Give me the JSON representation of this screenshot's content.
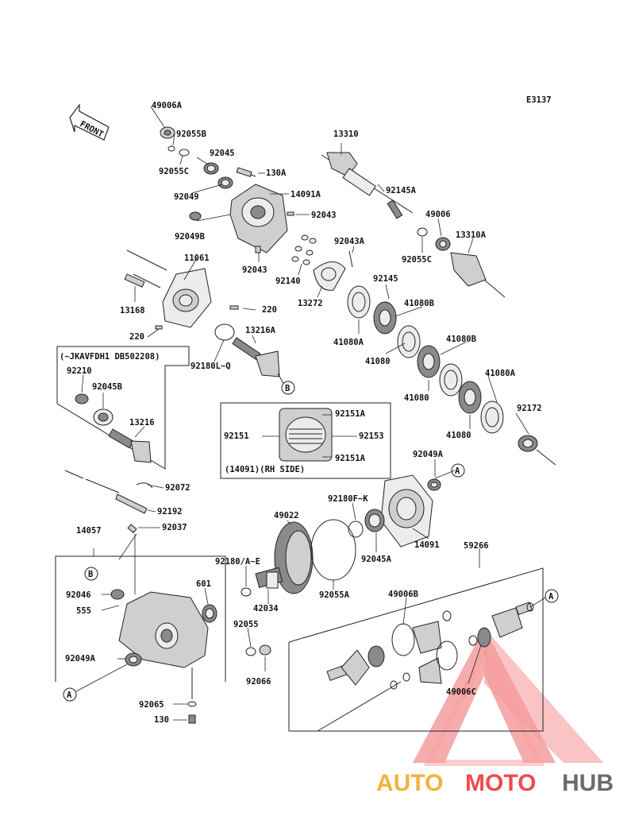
{
  "diagram_code": "E3137",
  "front_label": "FRONT",
  "watermark": {
    "auto": "AUTO",
    "moto": "MOTO",
    "hub": "HUB",
    "color_auto": "#f3b13c",
    "color_moto": "#ef4b4b",
    "color_hub": "#6b6b6b"
  },
  "inset_note": "(~JKAVFDH1 DB502208)",
  "rh_side_note": "(14091)(RH SIDE)",
  "parts": [
    "49006A",
    "92055B",
    "92045",
    "130A",
    "14091A",
    "92055C",
    "92049",
    "92043",
    "92049B",
    "11061",
    "92043",
    "13168",
    "220",
    "220",
    "13310",
    "92145A",
    "49006",
    "13310A",
    "92055C",
    "92043A",
    "92140",
    "13272",
    "92145",
    "41080B",
    "41080A",
    "41080",
    "41080B",
    "41080",
    "41080A",
    "41080",
    "92172",
    "13216A",
    "92180L~Q",
    "92210",
    "92045B",
    "13216",
    "92151A",
    "92151",
    "92153",
    "92151A",
    "92049A",
    "92072",
    "92192",
    "92037",
    "92180F~K",
    "14091",
    "92045A",
    "14057",
    "49022",
    "92180/A~E",
    "601",
    "92055A",
    "42034",
    "59266",
    "49006B",
    "92046",
    "555",
    "92055",
    "92049A",
    "92066",
    "49006C",
    "92065",
    "130"
  ],
  "callouts": [
    "A",
    "A",
    "A",
    "B",
    "B"
  ]
}
